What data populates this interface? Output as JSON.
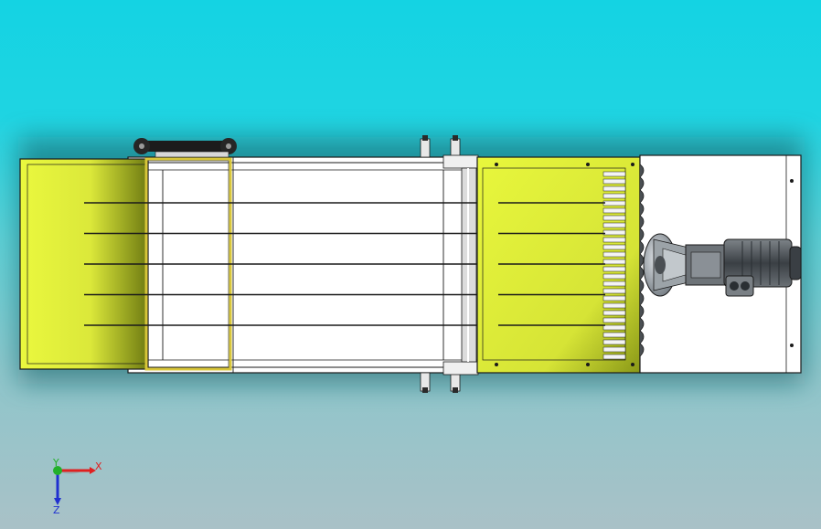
{
  "viewport": {
    "background_top": "#14d3e3",
    "background_bottom": "#a9c1c7"
  },
  "model": {
    "hopper_color": "#e6f53a",
    "hopper_shade": "#7c8a14",
    "frame_color": "#ffffff",
    "outline_color": "#1a1a1a",
    "motor_color": "#5a5f63",
    "rod_count": 5
  },
  "triad": {
    "x_label": "X",
    "y_label": "Y",
    "z_label": "Z",
    "x_color": "#e02020",
    "y_color": "#22b02a",
    "z_color": "#2030d0"
  }
}
